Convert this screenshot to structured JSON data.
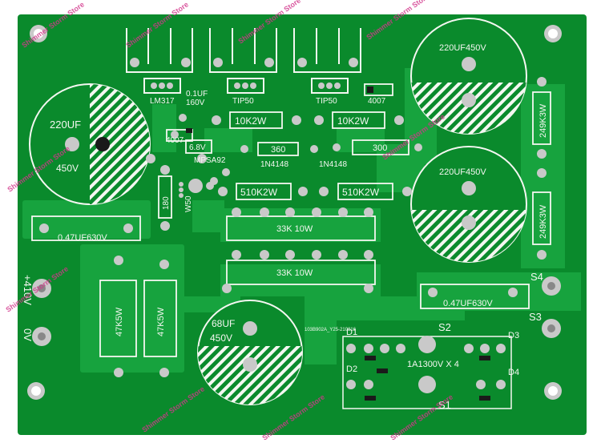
{
  "board": {
    "colors": {
      "pcb": "#0a8a2c",
      "trace": "#17a33e",
      "silk": "#f4f7f1",
      "pad": "#c9c9c9",
      "watermark": "#d2378c"
    }
  },
  "components": {
    "lm317": "LM317",
    "tip50_left": "TIP50",
    "tip50_right": "TIP50",
    "diode_top": "4007",
    "cap_small_value": "0.1UF",
    "cap_small_voltage": "160V",
    "res_10k_1": "10K2W",
    "res_10k_2": "10K2W",
    "cap_big_left_value": "220UF",
    "cap_big_left_voltage": "450V",
    "diode_left": "4007",
    "zener": "6.8V",
    "mpsa92": "MPSA92",
    "res_360": "360",
    "res_300": "300",
    "diode_1n4148_a": "1N4148",
    "diode_1n4148_b": "1N4148",
    "res_180": "180",
    "res_510k_1": "510K2W",
    "res_510k_2": "510K2W",
    "w50": "W50",
    "res_33k_1": "33K 10W",
    "res_33k_2": "33K 10W",
    "cap_film_left": "0.47UF630V",
    "cap_film_right": "0.47UF630V",
    "cap_top_right": "220UF450V",
    "cap_mid_right": "220UF450V",
    "res_249k_1": "249K3W",
    "res_249k_2": "249K3W",
    "res_47k_1": "47K5W",
    "res_47k_2": "47K5W",
    "cap_68": "68UF",
    "cap_68_voltage": "450V",
    "plus_410": "+410V",
    "zero_v": "0V",
    "pcb_code": "103B902A_Y25-210816",
    "d1": "D1",
    "d2": "D2",
    "d3": "D3",
    "d4": "D4",
    "s1": "S1",
    "s2": "S2",
    "s3": "S3",
    "s4": "S4",
    "bridge": "1A1300V X 4"
  },
  "watermark": "Shimmer Storm Store"
}
